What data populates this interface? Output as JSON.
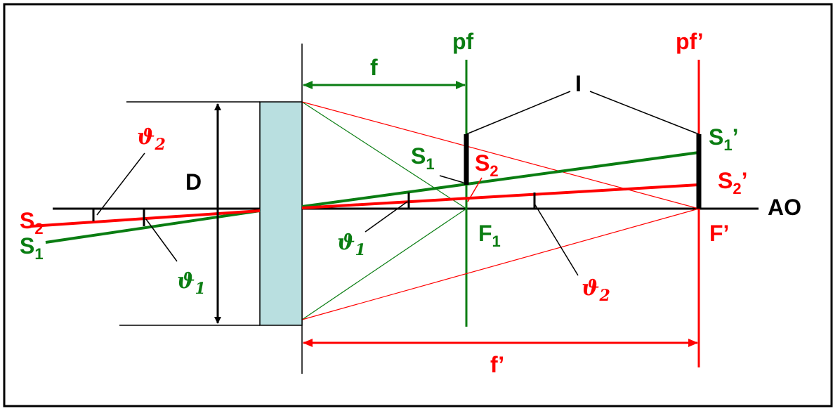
{
  "colors": {
    "black": "#000000",
    "green": "#0a7d12",
    "red": "#ff0000",
    "lens": "#b9dfe0"
  },
  "labels": {
    "pf": "pf",
    "pf_prime": "pf’",
    "f": "f",
    "f_prime": "f’",
    "I": "I",
    "D": "D",
    "AO": "AO",
    "S": "S",
    "one": "1",
    "two": "2",
    "prime": "’",
    "F": "F",
    "F_prime": "F’",
    "theta": "ϑ"
  }
}
